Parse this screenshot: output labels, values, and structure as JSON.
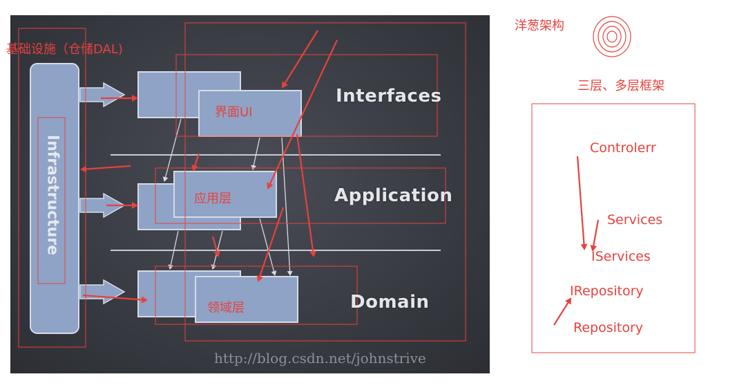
{
  "diagram": {
    "layers": {
      "interfaces": "Interfaces",
      "application": "Application",
      "domain": "Domain"
    },
    "infrastructure": "Infrastructure",
    "watermark": "http://blog.csdn.net/johnstrive",
    "annotations": {
      "infra_cn": "基础设施（仓储DAL)",
      "interfaces_cn": "界面UI",
      "application_cn": "应用层",
      "domain_cn": "领域层"
    }
  },
  "right_panel": {
    "onion_label": "洋葱架构",
    "layers_label": "三层、多层框架",
    "items": {
      "controller": "Controlerr",
      "services": "Services",
      "iservices": "IServices",
      "irepository": "IRepository",
      "repository": "Repository"
    }
  },
  "colors": {
    "annotation_red": "#e8413c",
    "box_blue": "#8ea3c6",
    "slide_bg": "#3a3c44"
  }
}
